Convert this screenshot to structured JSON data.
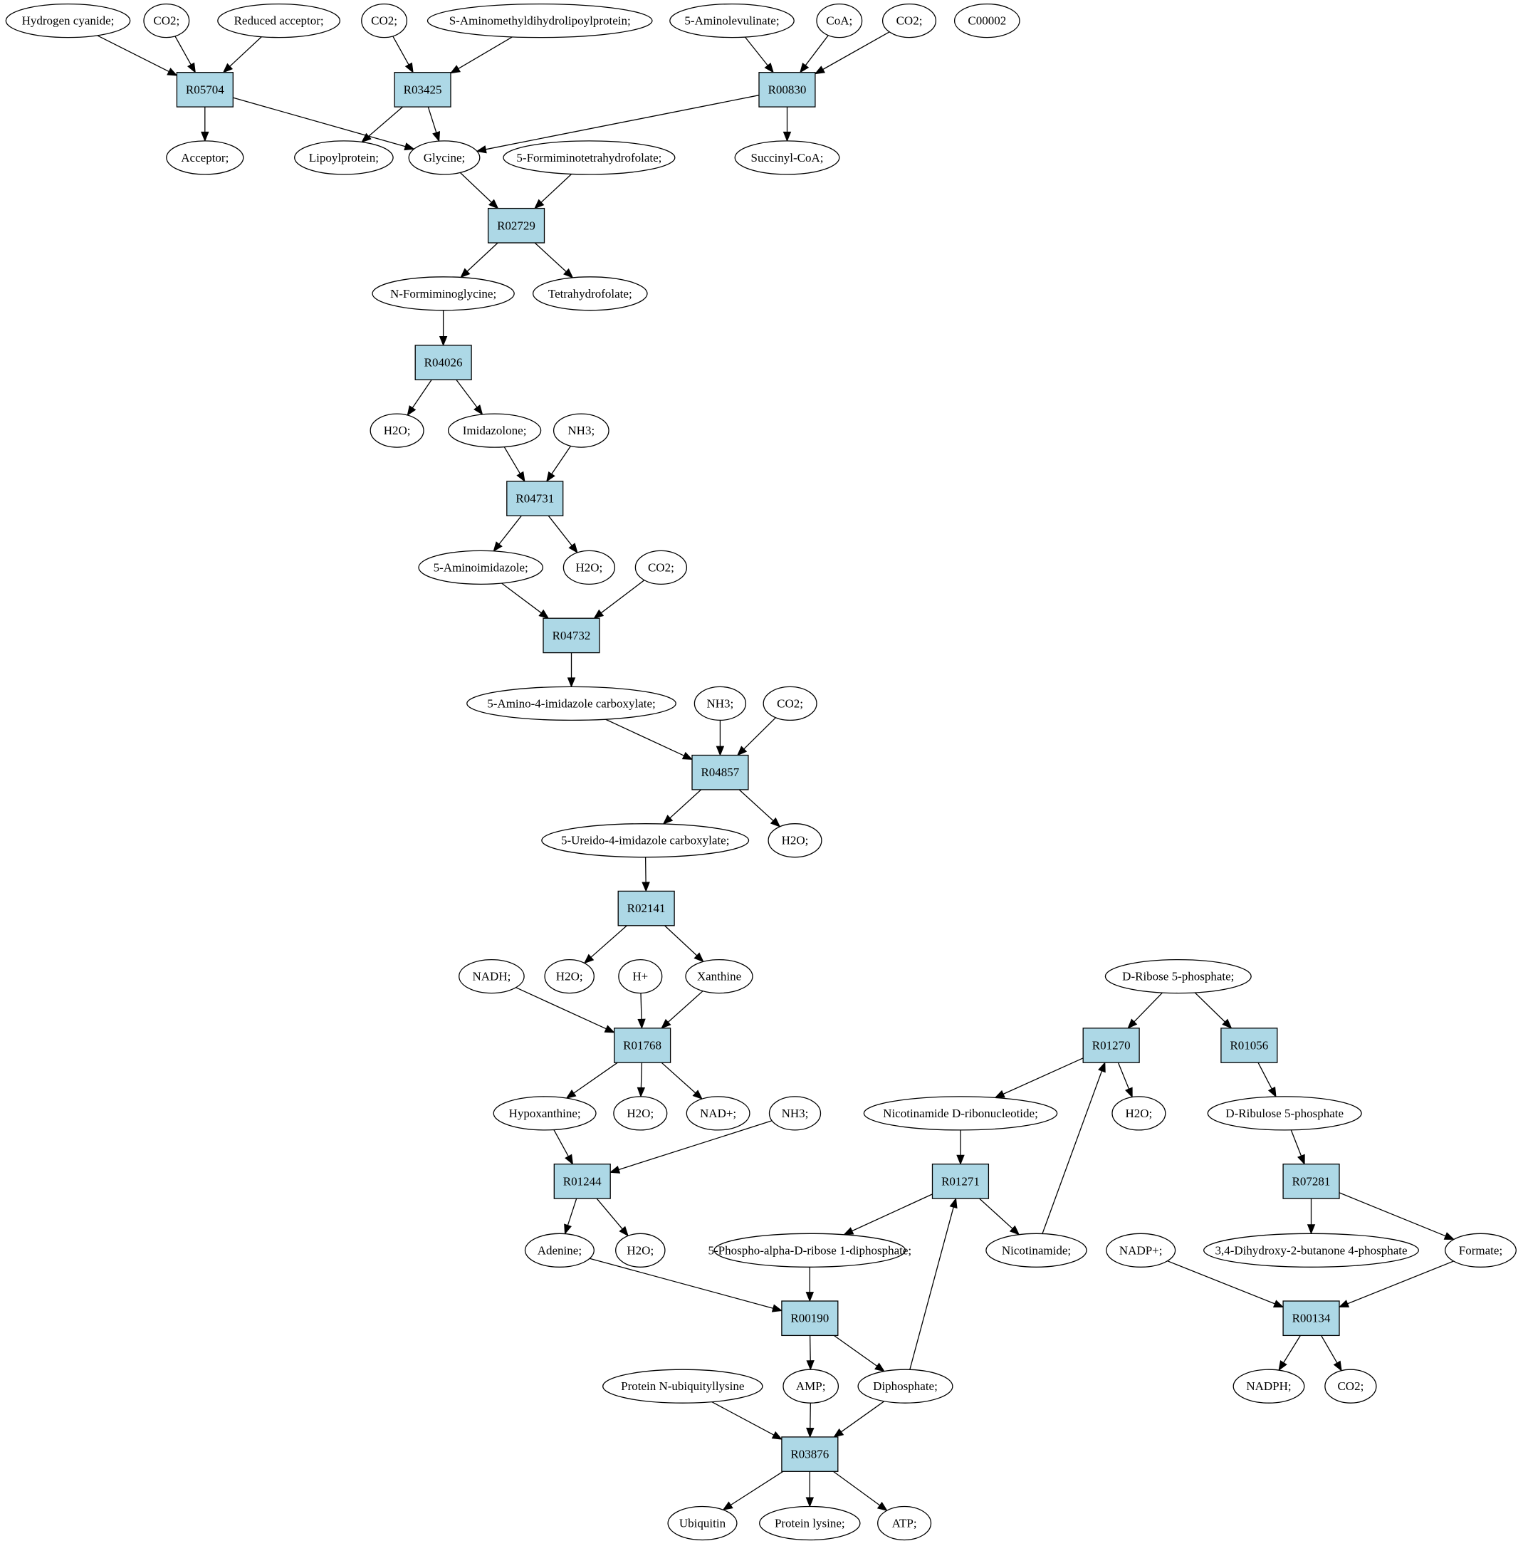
{
  "colors": {
    "reaction_fill": "#add8e6",
    "compound_fill": "#ffffff",
    "highlight_yellow": "#ffff00",
    "highlight_green": "#00ee00",
    "stroke": "#000000"
  },
  "nodes": [
    {
      "id": "hcn",
      "label": "Hydrogen cyanide;",
      "kind": "compound"
    },
    {
      "id": "co2_a",
      "label": "CO2;",
      "kind": "compound"
    },
    {
      "id": "redacc",
      "label": "Reduced acceptor;",
      "kind": "compound"
    },
    {
      "id": "co2_b",
      "label": "CO2;",
      "kind": "compound"
    },
    {
      "id": "samdl",
      "label": "S-Aminomethyldihydrolipoylprotein;",
      "kind": "compound"
    },
    {
      "id": "ala",
      "label": "5-Aminolevulinate;",
      "kind": "compound"
    },
    {
      "id": "coa",
      "label": "CoA;",
      "kind": "compound"
    },
    {
      "id": "co2_c",
      "label": "CO2;",
      "kind": "compound"
    },
    {
      "id": "c00002",
      "label": "C00002",
      "kind": "compound",
      "fill": "highlight_yellow"
    },
    {
      "id": "R05704",
      "label": "R05704",
      "kind": "reaction"
    },
    {
      "id": "R03425",
      "label": "R03425",
      "kind": "reaction"
    },
    {
      "id": "R00830",
      "label": "R00830",
      "kind": "reaction"
    },
    {
      "id": "acceptor",
      "label": "Acceptor;",
      "kind": "compound"
    },
    {
      "id": "lipoyl",
      "label": "Lipoylprotein;",
      "kind": "compound"
    },
    {
      "id": "glycine",
      "label": "Glycine;",
      "kind": "compound"
    },
    {
      "id": "fthf",
      "label": "5-Formiminotetrahydrofolate;",
      "kind": "compound"
    },
    {
      "id": "succoa",
      "label": "Succinyl-CoA;",
      "kind": "compound"
    },
    {
      "id": "R02729",
      "label": "R02729",
      "kind": "reaction"
    },
    {
      "id": "nfg",
      "label": "N-Formiminoglycine;",
      "kind": "compound"
    },
    {
      "id": "thf",
      "label": "Tetrahydrofolate;",
      "kind": "compound"
    },
    {
      "id": "R04026",
      "label": "R04026",
      "kind": "reaction"
    },
    {
      "id": "h2o_a",
      "label": "H2O;",
      "kind": "compound"
    },
    {
      "id": "imidazolone",
      "label": "Imidazolone;",
      "kind": "compound"
    },
    {
      "id": "nh3_a",
      "label": "NH3;",
      "kind": "compound"
    },
    {
      "id": "R04731",
      "label": "R04731",
      "kind": "reaction"
    },
    {
      "id": "aminoimid",
      "label": "5-Aminoimidazole;",
      "kind": "compound"
    },
    {
      "id": "h2o_b",
      "label": "H2O;",
      "kind": "compound"
    },
    {
      "id": "co2_d",
      "label": "CO2;",
      "kind": "compound"
    },
    {
      "id": "R04732",
      "label": "R04732",
      "kind": "reaction"
    },
    {
      "id": "aic",
      "label": "5-Amino-4-imidazole carboxylate;",
      "kind": "compound"
    },
    {
      "id": "nh3_b",
      "label": "NH3;",
      "kind": "compound"
    },
    {
      "id": "co2_e",
      "label": "CO2;",
      "kind": "compound"
    },
    {
      "id": "R04857",
      "label": "R04857",
      "kind": "reaction"
    },
    {
      "id": "uic",
      "label": "5-Ureido-4-imidazole carboxylate;",
      "kind": "compound"
    },
    {
      "id": "h2o_c",
      "label": "H2O;",
      "kind": "compound"
    },
    {
      "id": "R02141",
      "label": "R02141",
      "kind": "reaction"
    },
    {
      "id": "nadh",
      "label": "NADH;",
      "kind": "compound"
    },
    {
      "id": "h2o_d",
      "label": "H2O;",
      "kind": "compound"
    },
    {
      "id": "hplus",
      "label": "H+",
      "kind": "compound"
    },
    {
      "id": "xanthine",
      "label": "Xanthine",
      "kind": "compound"
    },
    {
      "id": "r5p",
      "label": "D-Ribose 5-phosphate;",
      "kind": "compound",
      "fill": "highlight_green"
    },
    {
      "id": "R01768",
      "label": "R01768",
      "kind": "reaction"
    },
    {
      "id": "R01270",
      "label": "R01270",
      "kind": "reaction"
    },
    {
      "id": "R01056",
      "label": "R01056",
      "kind": "reaction"
    },
    {
      "id": "hypox",
      "label": "Hypoxanthine;",
      "kind": "compound"
    },
    {
      "id": "h2o_e",
      "label": "H2O;",
      "kind": "compound"
    },
    {
      "id": "nadplus",
      "label": "NAD+;",
      "kind": "compound"
    },
    {
      "id": "nh3_c",
      "label": "NH3;",
      "kind": "compound"
    },
    {
      "id": "nmn",
      "label": "Nicotinamide D-ribonucleotide;",
      "kind": "compound"
    },
    {
      "id": "h2o_f",
      "label": "H2O;",
      "kind": "compound"
    },
    {
      "id": "ru5p",
      "label": "D-Ribulose 5-phosphate",
      "kind": "compound"
    },
    {
      "id": "R01244",
      "label": "R01244",
      "kind": "reaction"
    },
    {
      "id": "R01271",
      "label": "R01271",
      "kind": "reaction"
    },
    {
      "id": "R07281",
      "label": "R07281",
      "kind": "reaction"
    },
    {
      "id": "adenine",
      "label": "Adenine;",
      "kind": "compound"
    },
    {
      "id": "h2o_g",
      "label": "H2O;",
      "kind": "compound"
    },
    {
      "id": "prpp",
      "label": "5-Phospho-alpha-D-ribose 1-diphosphate;",
      "kind": "compound"
    },
    {
      "id": "nicotinamide",
      "label": "Nicotinamide;",
      "kind": "compound"
    },
    {
      "id": "nadpplus",
      "label": "NADP+;",
      "kind": "compound"
    },
    {
      "id": "dhbp",
      "label": "3,4-Dihydroxy-2-butanone 4-phosphate",
      "kind": "compound"
    },
    {
      "id": "formate",
      "label": "Formate;",
      "kind": "compound"
    },
    {
      "id": "R00190",
      "label": "R00190",
      "kind": "reaction"
    },
    {
      "id": "R00134",
      "label": "R00134",
      "kind": "reaction"
    },
    {
      "id": "pnul",
      "label": "Protein N-ubiquityllysine",
      "kind": "compound"
    },
    {
      "id": "amp",
      "label": "AMP;",
      "kind": "compound"
    },
    {
      "id": "diphos",
      "label": "Diphosphate;",
      "kind": "compound"
    },
    {
      "id": "nadph",
      "label": "NADPH;",
      "kind": "compound"
    },
    {
      "id": "co2_f",
      "label": "CO2;",
      "kind": "compound"
    },
    {
      "id": "R03876",
      "label": "R03876",
      "kind": "reaction"
    },
    {
      "id": "ubiquitin",
      "label": "Ubiquitin",
      "kind": "compound"
    },
    {
      "id": "plys",
      "label": "Protein lysine;",
      "kind": "compound"
    },
    {
      "id": "atp",
      "label": "ATP;",
      "kind": "compound"
    }
  ],
  "edges": [
    [
      "hcn",
      "R05704"
    ],
    [
      "co2_a",
      "R05704"
    ],
    [
      "redacc",
      "R05704"
    ],
    [
      "R05704",
      "acceptor"
    ],
    [
      "R05704",
      "glycine"
    ],
    [
      "co2_b",
      "R03425"
    ],
    [
      "samdl",
      "R03425"
    ],
    [
      "R03425",
      "lipoyl"
    ],
    [
      "R03425",
      "glycine"
    ],
    [
      "ala",
      "R00830"
    ],
    [
      "coa",
      "R00830"
    ],
    [
      "co2_c",
      "R00830"
    ],
    [
      "R00830",
      "glycine"
    ],
    [
      "R00830",
      "succoa"
    ],
    [
      "glycine",
      "R02729"
    ],
    [
      "fthf",
      "R02729"
    ],
    [
      "R02729",
      "nfg"
    ],
    [
      "R02729",
      "thf"
    ],
    [
      "nfg",
      "R04026"
    ],
    [
      "R04026",
      "h2o_a"
    ],
    [
      "R04026",
      "imidazolone"
    ],
    [
      "imidazolone",
      "R04731"
    ],
    [
      "nh3_a",
      "R04731"
    ],
    [
      "R04731",
      "aminoimid"
    ],
    [
      "R04731",
      "h2o_b"
    ],
    [
      "aminoimid",
      "R04732"
    ],
    [
      "co2_d",
      "R04732"
    ],
    [
      "R04732",
      "aic"
    ],
    [
      "aic",
      "R04857"
    ],
    [
      "nh3_b",
      "R04857"
    ],
    [
      "co2_e",
      "R04857"
    ],
    [
      "R04857",
      "uic"
    ],
    [
      "R04857",
      "h2o_c"
    ],
    [
      "uic",
      "R02141"
    ],
    [
      "R02141",
      "h2o_d"
    ],
    [
      "R02141",
      "xanthine"
    ],
    [
      "nadh",
      "R01768"
    ],
    [
      "hplus",
      "R01768"
    ],
    [
      "xanthine",
      "R01768"
    ],
    [
      "R01768",
      "hypox"
    ],
    [
      "R01768",
      "h2o_e"
    ],
    [
      "R01768",
      "nadplus"
    ],
    [
      "hypox",
      "R01244"
    ],
    [
      "nh3_c",
      "R01244"
    ],
    [
      "R01244",
      "adenine"
    ],
    [
      "R01244",
      "h2o_g"
    ],
    [
      "r5p",
      "R01270"
    ],
    [
      "r5p",
      "R01056"
    ],
    [
      "R01270",
      "nmn"
    ],
    [
      "R01270",
      "h2o_f"
    ],
    [
      "nicotinamide",
      "R01270"
    ],
    [
      "nmn",
      "R01271"
    ],
    [
      "R01271",
      "prpp"
    ],
    [
      "R01271",
      "nicotinamide"
    ],
    [
      "diphos",
      "R01271"
    ],
    [
      "R01056",
      "ru5p"
    ],
    [
      "ru5p",
      "R07281"
    ],
    [
      "R07281",
      "dhbp"
    ],
    [
      "R07281",
      "formate"
    ],
    [
      "nadpplus",
      "R00134"
    ],
    [
      "formate",
      "R00134"
    ],
    [
      "R00134",
      "nadph"
    ],
    [
      "R00134",
      "co2_f"
    ],
    [
      "adenine",
      "R00190"
    ],
    [
      "prpp",
      "R00190"
    ],
    [
      "R00190",
      "amp"
    ],
    [
      "R00190",
      "diphos"
    ],
    [
      "pnul",
      "R03876"
    ],
    [
      "amp",
      "R03876"
    ],
    [
      "diphos",
      "R03876"
    ],
    [
      "R03876",
      "ubiquitin"
    ],
    [
      "R03876",
      "plys"
    ],
    [
      "R03876",
      "atp"
    ]
  ]
}
